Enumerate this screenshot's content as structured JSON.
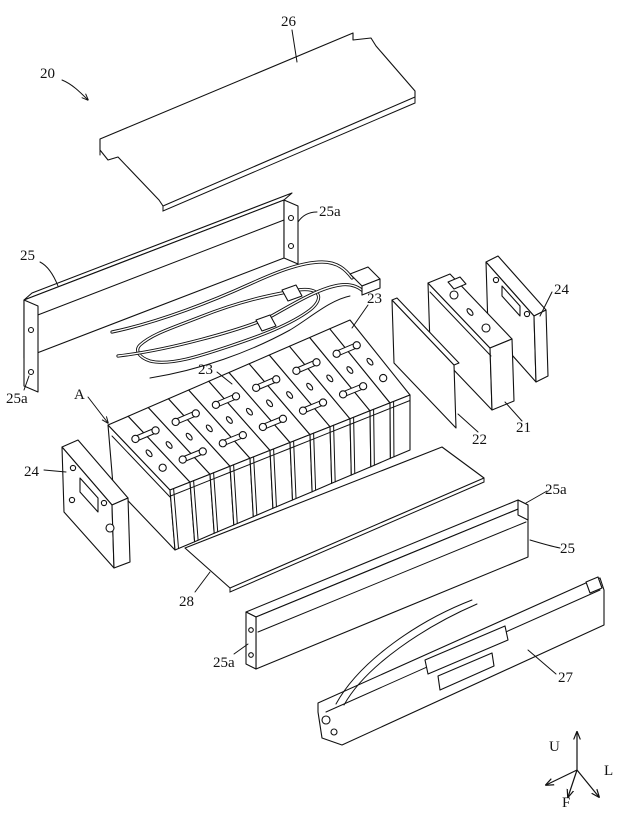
{
  "figure": {
    "labels": {
      "assembly": "20",
      "top_cover": "26",
      "rear_plate_flange_right": "25a",
      "rear_plate": "25",
      "harness_upper": "23",
      "end_plate_right": "24",
      "harness_lower": "23",
      "rear_plate_flange_left": "25a",
      "detail": "A",
      "end_plate_left": "24",
      "spacer_sheet": "22",
      "cell": "21",
      "front_plate_flange_right": "25a",
      "front_plate": "25",
      "bottom_sheet": "28",
      "front_plate_flange_left": "25a",
      "base": "27"
    },
    "axes": {
      "up": "U",
      "lateral": "L",
      "front": "F"
    }
  }
}
